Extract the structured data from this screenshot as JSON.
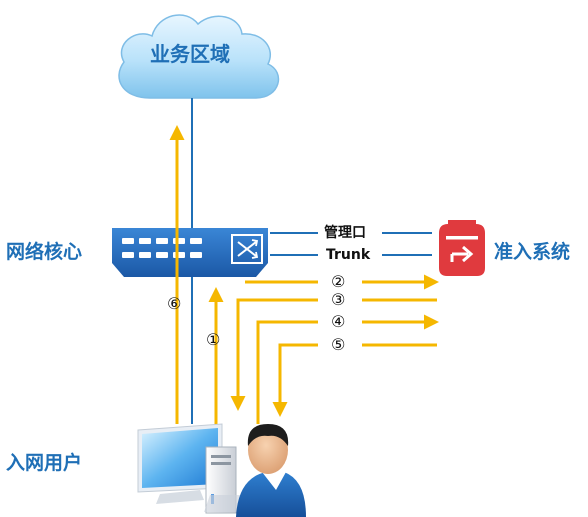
{
  "cloud": {
    "label": "业务区域"
  },
  "core": {
    "label": "网络核心"
  },
  "access_system": {
    "label": "准入系统"
  },
  "user": {
    "label": "入网用户"
  },
  "ports": {
    "mgmt": "管理口",
    "trunk": "Trunk"
  },
  "steps": [
    "①",
    "②",
    "③",
    "④",
    "⑤",
    "⑥"
  ],
  "colors": {
    "accent_blue": "#1f6fb6",
    "arrow_yellow": "#f5b700",
    "access_red": "#e03a3e",
    "switch_blue": "#2f77c8"
  },
  "icons": [
    "cloud-icon",
    "switch-icon",
    "access-system-icon",
    "computer-icon",
    "user-icon"
  ]
}
